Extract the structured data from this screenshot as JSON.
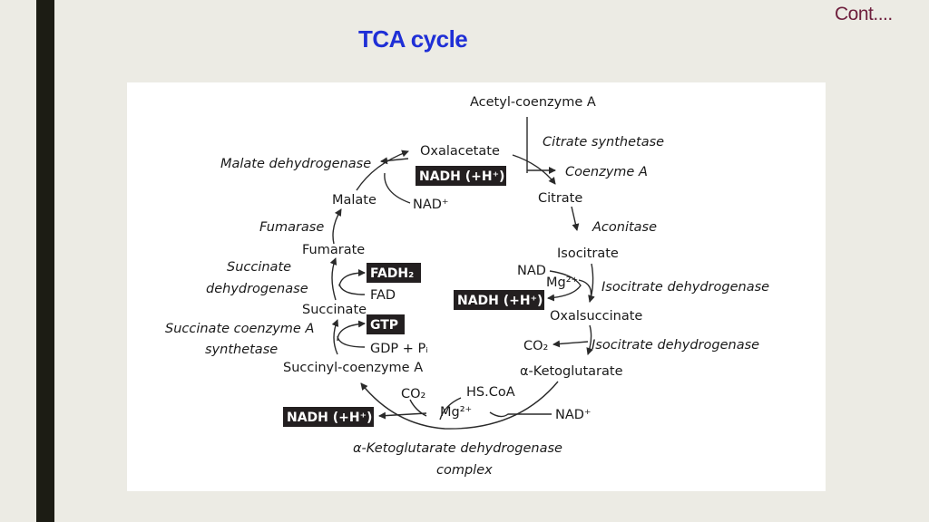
{
  "slide": {
    "title": "TCA cycle",
    "corner_note": "Cont....",
    "colors": {
      "title": "#1f2fd6",
      "corner_note": "#6e1f3d",
      "side_bar": "#1c1c14",
      "background": "#ecebe4"
    }
  },
  "diagram": {
    "metabolites": {
      "acetyl_coa": "Acetyl-coenzyme A",
      "oxalacetate": "Oxalacetate",
      "citrate": "Citrate",
      "isocitrate": "Isocitrate",
      "oxalsuccinate": "Oxalsuccinate",
      "alpha_ketoglutarate": "α-Ketoglutarate",
      "succinyl_coa": "Succinyl-coenzyme A",
      "succinate": "Succinate",
      "fumarate": "Fumarate",
      "malate": "Malate"
    },
    "enzymes": {
      "citrate_synthetase": "Citrate synthetase",
      "aconitase": "Aconitase",
      "isocitrate_dh_1": "Isocitrate dehydrogenase",
      "isocitrate_dh_2": "Isocitrate dehydrogenase",
      "akg_dh_line1": "α-Ketoglutarate dehydrogenase",
      "akg_dh_line2": "complex",
      "succinyl_coa_synth_line1": "Succinate coenzyme A",
      "succinyl_coa_synth_line2": "synthetase",
      "succinate_dh_line1": "Succinate",
      "succinate_dh_line2": "dehydrogenase",
      "fumarase": "Fumarase",
      "malate_dh": "Malate dehydrogenase"
    },
    "cofactors": {
      "coenzyme_a": "Coenzyme A",
      "nad_malate": "NAD⁺",
      "nad_isocitrate": "NAD",
      "mg_isocitrate": "Mg²⁺",
      "co2_oxalsuccinate": "CO₂",
      "co2_akg": "CO₂",
      "hs_coa": "HS.CoA",
      "mg_akg": "Mg²⁺",
      "nad_akg": "NAD⁺",
      "fad": "FAD",
      "gdp_pi": "GDP + Pᵢ"
    },
    "products": {
      "nadh_malate": "NADH (+H⁺)",
      "nadh_isocitrate": "NADH (+H⁺)",
      "nadh_akg": "NADH (+H⁺)",
      "fadh2": "FADH₂",
      "gtp": "GTP"
    }
  }
}
